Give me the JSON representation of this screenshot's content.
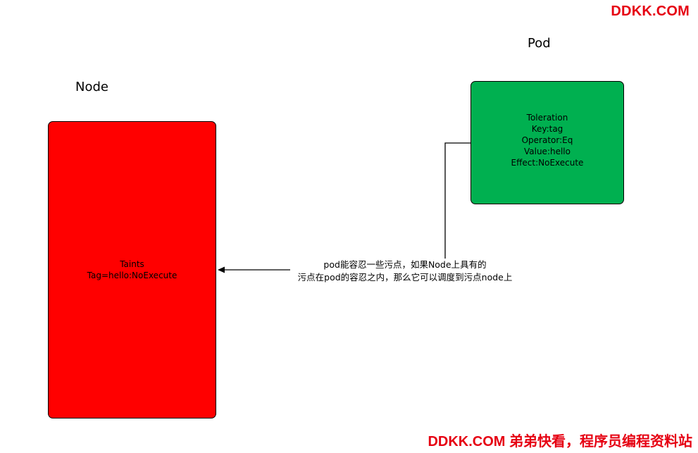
{
  "watermark": {
    "top": "DDKK.COM",
    "bottom": "DDKK.COM 弟弟快看，程序员编程资料站"
  },
  "node": {
    "title": "Node",
    "box_lines": [
      "Taints",
      "Tag=hello:NoExecute"
    ],
    "fill": "#ff0000"
  },
  "pod": {
    "title": "Pod",
    "box_lines": [
      "Toleration",
      "Key:tag",
      "Operator:Eq",
      "Value:hello",
      "Effect:NoExecute"
    ],
    "fill": "#00b050"
  },
  "connector": {
    "caption_lines": [
      "pod能容忍一些污点，如果Node上具有的",
      "污点在pod的容忍之内，那么它可以调度到污点node上"
    ]
  }
}
